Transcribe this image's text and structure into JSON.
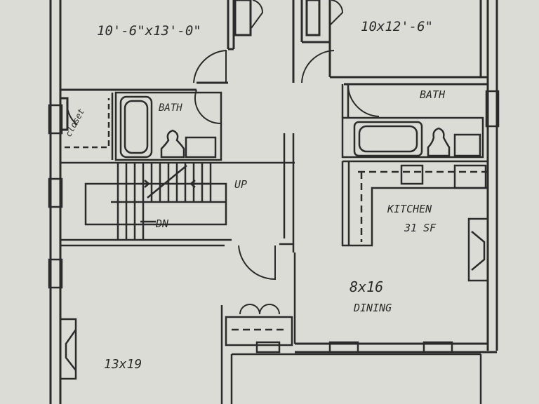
{
  "colors": {
    "paper": "#dcdcd6",
    "ink": "#2b2b2b"
  },
  "labels": {
    "bedroom1_size": "10'-6\"x13'-0\"",
    "bedroom2_size": "10x12'-6\"",
    "bath1": "BATH",
    "bath2": "BATH",
    "closet": "closet",
    "stairs_up": "UP",
    "stairs_down": "DN",
    "kitchen": "KITCHEN",
    "kitchen_area": "31 SF",
    "dining_size": "8x16",
    "dining": "DINING",
    "living_size": "13x19"
  }
}
